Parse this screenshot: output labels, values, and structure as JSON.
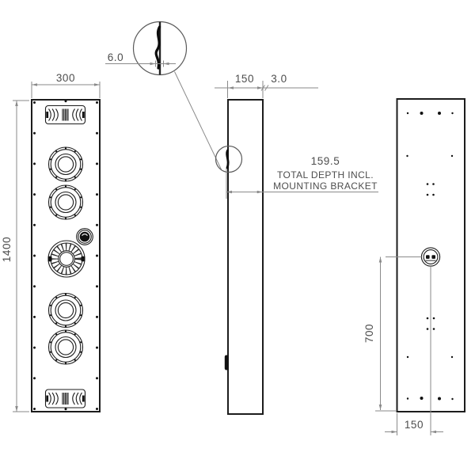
{
  "colors": {
    "background": "#ffffff",
    "outline": "#1c1c1c",
    "dimension_line": "#8a8a8a",
    "text": "#4d4d4d"
  },
  "front_view": {
    "width_dim": "300",
    "height_dim": "1400"
  },
  "detail_callout": {
    "gap_dim": "6.0"
  },
  "side_view": {
    "depth_dim": "150",
    "bracket_dim": "3.0",
    "total_depth_dim": "159.5",
    "total_depth_note_1": "TOTAL DEPTH INCL.",
    "total_depth_note_2": "MOUNTING BRACKET"
  },
  "back_view": {
    "terminal_height_dim": "700",
    "terminal_offset_dim": "150"
  }
}
